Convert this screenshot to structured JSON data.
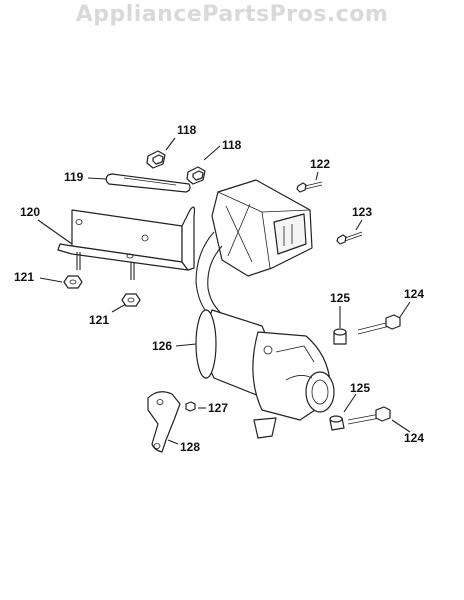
{
  "watermark": "AppliancePartsPros.com",
  "callouts": {
    "c118a": "118",
    "c118b": "118",
    "c119": "119",
    "c120": "120",
    "c121a": "121",
    "c121b": "121",
    "c122": "122",
    "c123": "123",
    "c124a": "124",
    "c124b": "124",
    "c125a": "125",
    "c125b": "125",
    "c126": "126",
    "c127": "127",
    "c128": "128"
  }
}
